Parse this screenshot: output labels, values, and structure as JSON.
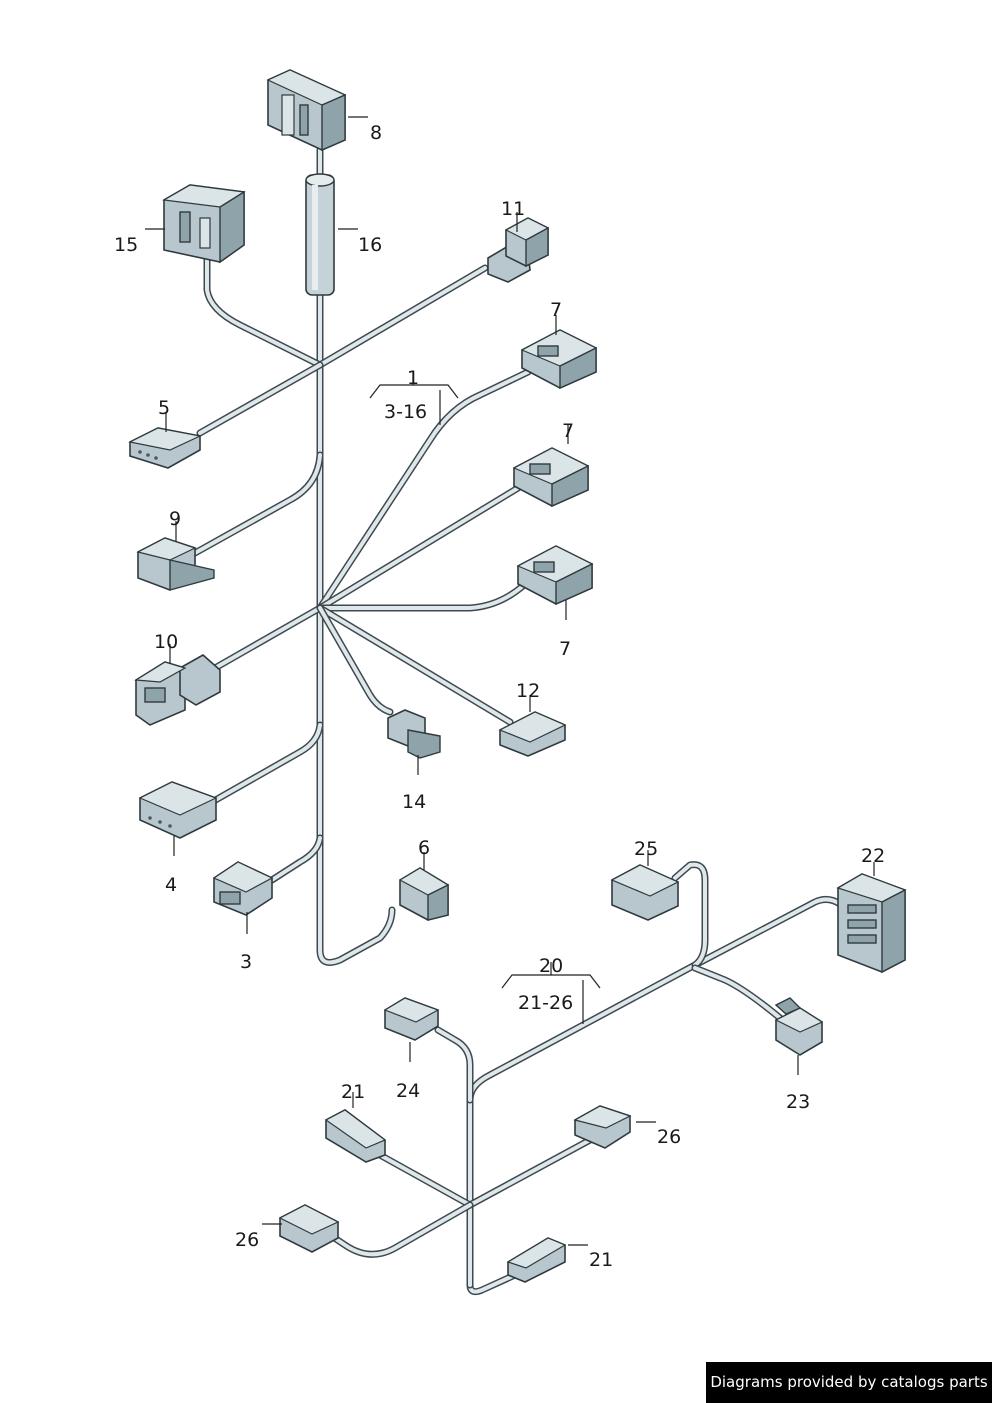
{
  "callouts": {
    "c8": "8",
    "c15": "15",
    "c16": "16",
    "c11": "11",
    "c7a": "7",
    "c1": "1",
    "c3_16": "3-16",
    "c5": "5",
    "c7b": "7",
    "c9": "9",
    "c7c": "7",
    "c10": "10",
    "c12": "12",
    "c14": "14",
    "c4": "4",
    "c6": "6",
    "c3": "3",
    "c25": "25",
    "c22": "22",
    "c20": "20",
    "c21_26": "21-26",
    "c24": "24",
    "c23": "23",
    "c21a": "21",
    "c26a": "26",
    "c26b": "26",
    "c21b": "21"
  },
  "credit": "Diagrams provided by catalogs parts"
}
